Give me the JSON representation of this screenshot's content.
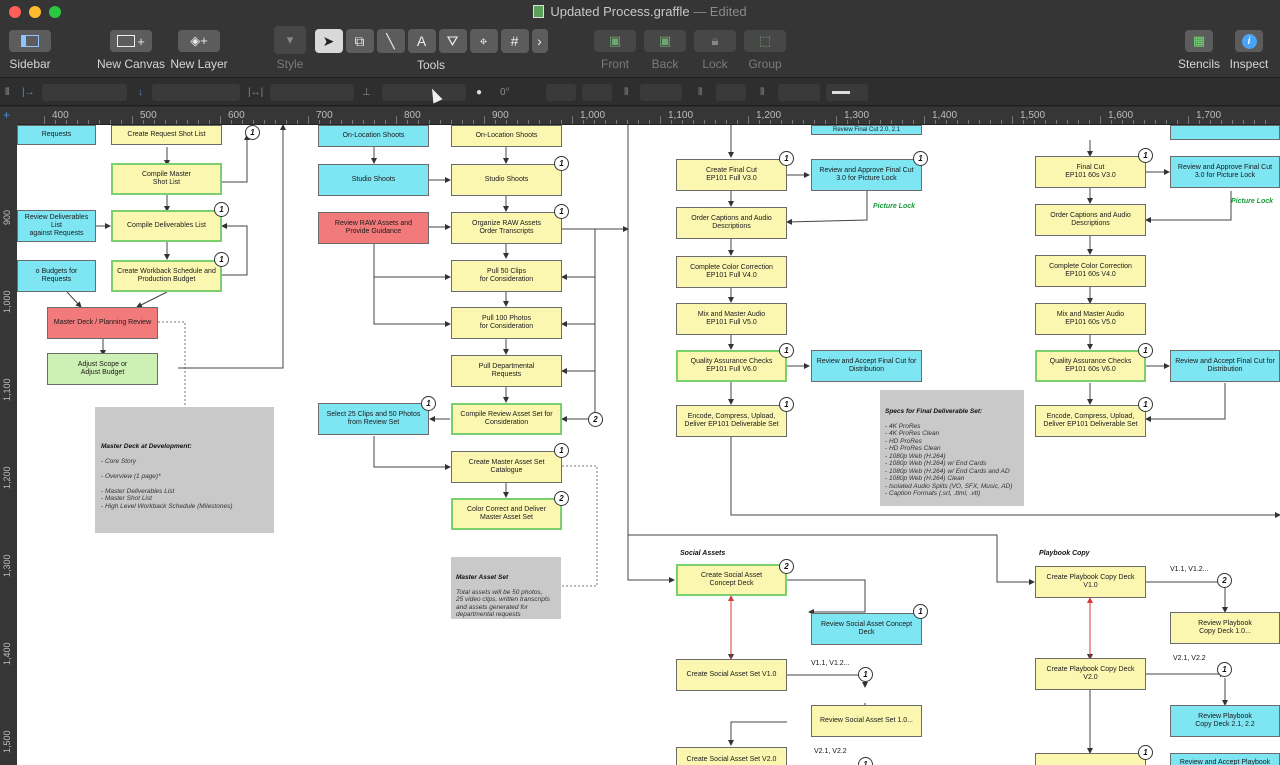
{
  "window": {
    "title": "Updated Process.graffle",
    "status": "— Edited"
  },
  "toolbar": {
    "sidebar": "Sidebar",
    "new_canvas": "New Canvas",
    "new_layer": "New Layer",
    "style": "Style",
    "tools": "Tools",
    "tool_text": "A",
    "tool_grid": "#",
    "tool_more": "›",
    "front": "Front",
    "back": "Back",
    "lock": "Lock",
    "group": "Group",
    "stencils": "Stencils",
    "inspect": "Inspect"
  },
  "stylebar": {
    "angle": "0°"
  },
  "ruler": {
    "top": [
      "400",
      "500",
      "600",
      "700",
      "800",
      "900",
      "1,000",
      "1,100",
      "1,200",
      "1,300",
      "1,400",
      "1,500",
      "1,600",
      "1,700"
    ],
    "left": [
      "900",
      "1,000",
      "1,100",
      "1,200",
      "1,300",
      "1,400",
      "1,500"
    ]
  },
  "colors": {
    "yellow": "#fbf7b1",
    "cyan": "#7ee5f3",
    "red": "#f27a7a",
    "green": "#cdf0b4"
  },
  "nodes": {
    "n1": "Requests",
    "n2": "Create Request Shot List",
    "n3": "Compile Master\nShot List",
    "n4": "Review Deliverables List\nagainst Requests",
    "n5": "Compile Deliverables List",
    "n6": "o Budgets for Requests",
    "n7": "Create Workback Schedule and\nProduction Budget",
    "n8": "Master Deck / Planning Review",
    "n9": "Adjust Scope or\nAdjust Budget",
    "n10": "On-Location Shoots",
    "n11": "On-Location Shoots",
    "n12": "Studio Shoots",
    "n13": "Studio Shoots",
    "n14": "Review RAW Assets and\nProvide Guidance",
    "n15": "Organize RAW Assets\nOrder Transcripts",
    "n16": "Pull 50 Clips\nfor Consideration",
    "n17": "Pull 100 Photos\nfor Consideration",
    "n18": "Pull Departmental\nRequests",
    "n19": "Select 25 Clips and 50 Photos\nfrom Review Set",
    "n20": "Compile Review Asset Set for\nConsideration",
    "n21": "Create Master Asset Set\nCatalogue",
    "n22": "Color Correct and Deliver\nMaster Asset Set",
    "n23": "Create Final Cut\nEP101 Full V3.0",
    "n24": "Review and Approve Final Cut\n3.0 for Picture Lock",
    "n25": "Order Captions and Audio\nDescriptions",
    "n26": "Complete Color Correction\nEP101 Full V4.0",
    "n27": "Mix and Master Audio\nEP101 Full V5.0",
    "n28": "Quality Assurance Checks\nEP101 Full V6.0",
    "n29": "Review and Accept Final Cut for\nDistribution",
    "n30": "Encode, Compress, Upload,\nDeliver EP101 Deliverable Set",
    "n31": "Final Cut\nEP101 60s V3.0",
    "n32": "Review and Approve Final Cut\n3.0 for Picture Lock",
    "n33": "Order Captions and Audio\nDescriptions",
    "n34": "Complete Color Correction\nEP101 60s V4.0",
    "n35": "Mix and Master Audio\nEP101 60s V5.0",
    "n36": "Quality Assurance Checks\nEP101 60s V6.0",
    "n37": "Review and Accept Final Cut for\nDistribution",
    "n38": "Encode, Compress, Upload,\nDeliver EP101 Deliverable Set",
    "n39": "Create Social Asset\nConcept Deck",
    "n40": "Review Social Asset Concept\nDeck",
    "n41": "Create Social Asset Set V1.0",
    "n42": "Review Social Asset Set 1.0...",
    "n43": "Create Social Asset Set V2.0",
    "n44": "Create Playbook Copy Deck\nV1.0",
    "n45": "Review Playbook\nCopy Deck 1.0...",
    "n46": "Create Playbook Copy Deck\nV2.0",
    "n47": "Review Playbook\nCopy Deck 2.1, 2.2",
    "n48": "Review and Accept Playbook",
    "n49": "Review Final Cut 2.0, 2.1",
    "n50": ""
  },
  "badges": {
    "b1": "1",
    "b2": "2"
  },
  "labels": {
    "picture_lock": "Picture Lock",
    "social_assets": "Social Assets",
    "playbook_copy": "Playbook Copy",
    "v11": "V1.1, V1.2...",
    "v21": "V2.1, V2.2",
    "pv11": "V1.1, V1.2...",
    "pv21": "V2.1, V2.2"
  },
  "notes": {
    "master_deck_title": "Master Deck at Development:",
    "master_deck_body": "- Core Story\n\n- Overview (1 page)*\n\n- Master Deliverables List\n- Master Shot List\n- High Level Workback Schedule (Milestones)",
    "master_asset_title": "Master Asset Set",
    "master_asset_body": "Total assets will be 50 photos,\n25 video clips, written transcripts\nand assets generated for\ndepartmental requests",
    "specs_title": "Specs for Final Deliverable Set:",
    "specs_body": "- 4K ProRes\n- 4K ProRes Clean\n- HD ProRes\n- HD ProRes Clean\n- 1080p Web (H.264)\n- 1080p Web (H.264) w/ End Cards\n- 1080p Web (H.264) w/ End Cards and AD\n- 1080p Web (H.264) Clean\n- Isolated Audio Splits (VO, SFX, Music, AD)\n- Caption Formats (.srt, .ttml, .vtt)"
  }
}
